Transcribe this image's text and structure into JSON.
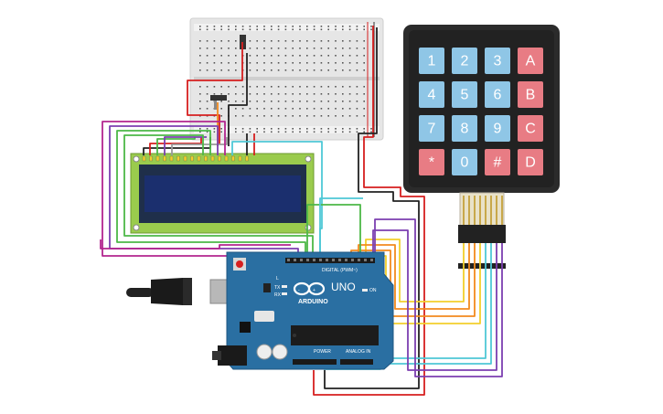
{
  "keypad": {
    "keys": [
      [
        "1",
        "2",
        "3",
        "A"
      ],
      [
        "4",
        "5",
        "6",
        "B"
      ],
      [
        "7",
        "8",
        "9",
        "C"
      ],
      [
        "*",
        "0",
        "#",
        "D"
      ]
    ],
    "colors": {
      "digit": "#8fc6e6",
      "letter": "#e87c84",
      "body": "#2b2b2b"
    }
  },
  "arduino": {
    "brand": "ARDUINO",
    "model": "UNO",
    "header_digital": "DIGITAL (PWM~)",
    "header_power": "POWER",
    "header_analog": "ANALOG IN",
    "led_on": "ON",
    "led_tx": "TX",
    "led_rx": "RX",
    "led_l": "L",
    "board_color": "#2a6fa2"
  },
  "lcd": {
    "screen_color": "#1b2f6e",
    "pcb_color": "#9acb4d"
  },
  "wire_colors": {
    "red": "#d61f1f",
    "black": "#222222",
    "green": "#4cb847",
    "purple": "#7c3fb0",
    "magenta": "#b3268f",
    "orange": "#f28a1e",
    "yellow": "#f2cf2c",
    "cyan": "#4fc8d6",
    "gray": "#9a9a9a"
  }
}
